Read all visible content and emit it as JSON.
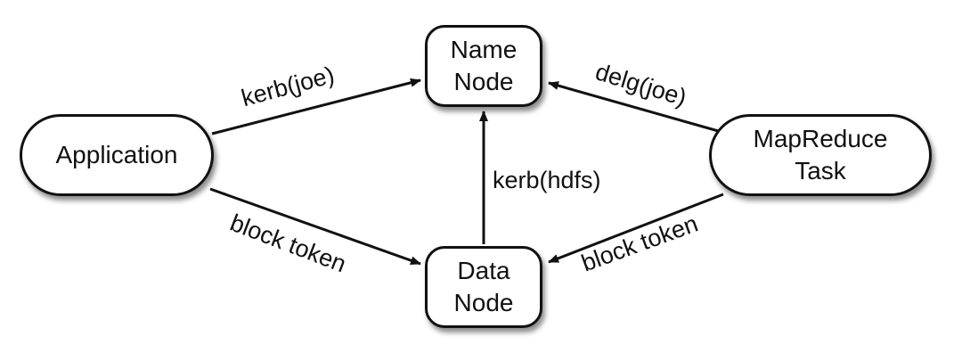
{
  "nodes": {
    "name_node": {
      "line1": "Name",
      "line2": "Node"
    },
    "data_node": {
      "line1": "Data",
      "line2": "Node"
    },
    "application": {
      "label": "Application"
    },
    "mapreduce_task": {
      "line1": "MapReduce",
      "line2": "Task"
    }
  },
  "edges": {
    "app_to_namenode": "kerb(joe)",
    "task_to_namenode": "delg(joe)",
    "datanode_to_namenode": "kerb(hdfs)",
    "app_to_datanode": "block token",
    "task_to_datanode": "block token"
  },
  "colors": {
    "stroke": "#111111",
    "fill": "#ffffff"
  }
}
